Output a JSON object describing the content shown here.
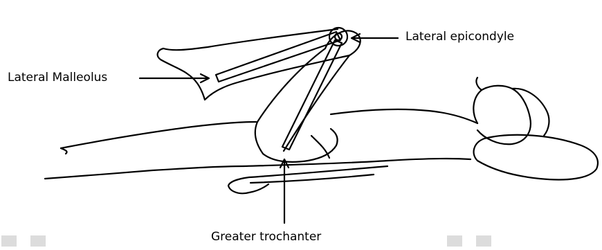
{
  "labels": {
    "lateral_malleolus": "Lateral Malleolus",
    "lateral_epicondyle": "Lateral epicondyle",
    "greater_trochanter": "Greater trochanter"
  },
  "colors": {
    "line": "#000000",
    "background": "#ffffff",
    "blocks": "#dcdcdc"
  }
}
